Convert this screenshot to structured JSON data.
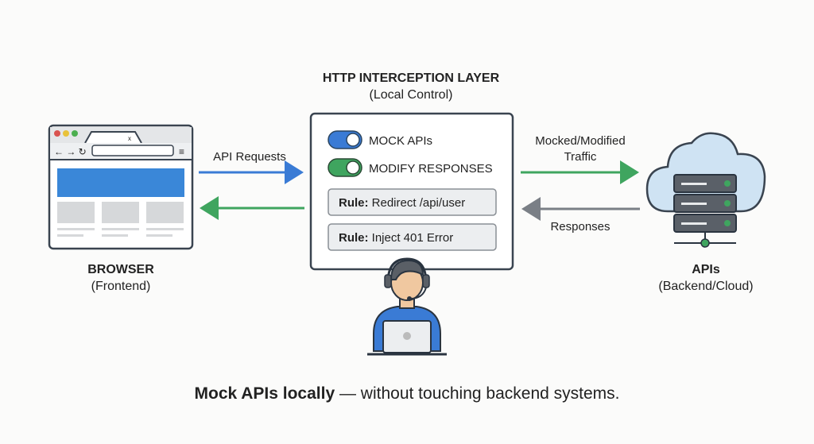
{
  "browser": {
    "title": "BROWSER",
    "subtitle": "(Frontend)",
    "tab_close": "x"
  },
  "layer": {
    "title": "HTTP INTERCEPTION LAYER",
    "subtitle": "(Local Control)",
    "toggles": [
      {
        "label": "MOCK APIs",
        "on": true,
        "color": "#3a7bd5"
      },
      {
        "label": "MODIFY RESPONSES",
        "on": true,
        "color": "#3fa55f"
      }
    ],
    "rules": [
      {
        "prefix": "Rule:",
        "text": " Redirect /api/user"
      },
      {
        "prefix": "Rule:",
        "text": " Inject 401 Error"
      }
    ]
  },
  "arrows": {
    "api_requests": "API Requests",
    "mocked_line1": "Mocked/Modified",
    "mocked_line2": "Traffic",
    "responses": "Responses"
  },
  "apis": {
    "title": "APIs",
    "subtitle": "(Backend/Cloud)"
  },
  "caption": {
    "bold": "Mock APIs locally",
    "rest": " — without touching backend systems."
  },
  "colors": {
    "blue": "#3a7bd5",
    "green": "#3fa55f",
    "gray": "#7a7f86",
    "outline": "#3a4450",
    "cloud": "#cfe3f3"
  }
}
